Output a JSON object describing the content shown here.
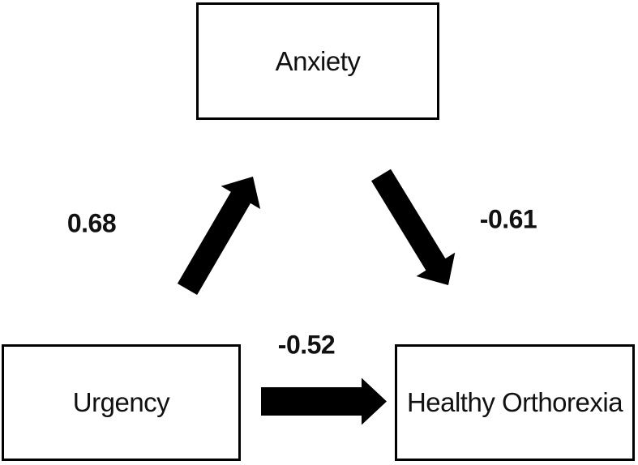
{
  "diagram": {
    "title": "mediation-path-diagram",
    "nodes": [
      {
        "id": "anxiety",
        "label": "Anxiety"
      },
      {
        "id": "urgency",
        "label": "Urgency"
      },
      {
        "id": "healthy_orthorexia",
        "label": "Healthy Orthorexia"
      }
    ],
    "edges": [
      {
        "from": "urgency",
        "to": "anxiety",
        "coefficient": "0.68"
      },
      {
        "from": "anxiety",
        "to": "healthy_orthorexia",
        "coefficient": "-0.61"
      },
      {
        "from": "urgency",
        "to": "healthy_orthorexia",
        "coefficient": "-0.52"
      }
    ],
    "colors": {
      "background": "#ffffff",
      "box_fill": "#ffffff",
      "box_border": "#000000",
      "arrow": "#000000",
      "text": "#111111"
    }
  }
}
